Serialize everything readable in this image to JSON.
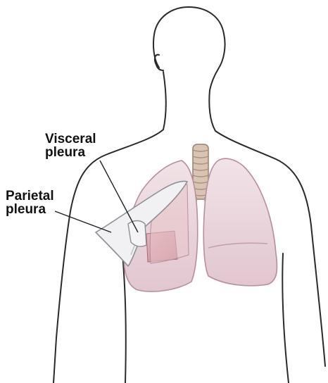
{
  "labels": {
    "visceral_line1": "Visceral",
    "visceral_line2": "pleura",
    "parietal_line1": "Parietal",
    "parietal_line2": "pleura"
  },
  "colors": {
    "background": "#ffffff",
    "outline": "#2a2a2a",
    "lung_fill": "#ead6dc",
    "lung_edge": "#b78f9c",
    "pleura_fill": "#f1f1f3",
    "lung_tissue": "#dba3ad",
    "trachea": "#d9c4b4",
    "leader_line": "#222222"
  },
  "icons": {
    "body": "human-torso-outline",
    "organ": "lungs-with-trachea"
  }
}
